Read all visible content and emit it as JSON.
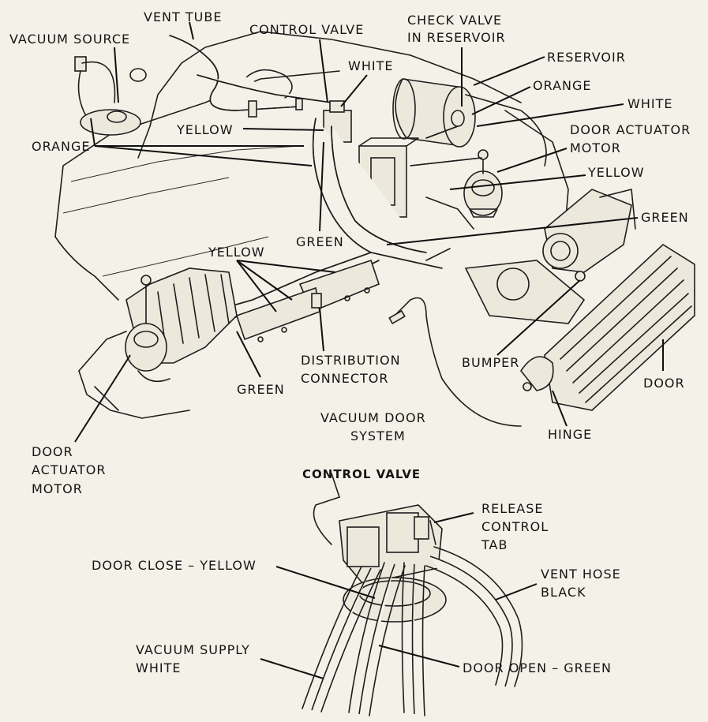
{
  "labels": {
    "vent_tube": "VENT TUBE",
    "vacuum_source": "VACUUM SOURCE",
    "control_valve_top": "CONTROL VALVE",
    "check_valve_1": "CHECK VALVE",
    "check_valve_2": "IN RESERVOIR",
    "white_top": "WHITE",
    "reservoir": "RESERVOIR",
    "orange_right": "ORANGE",
    "white_right": "WHITE",
    "door_actuator_right_1": "DOOR ACTUATOR",
    "door_actuator_right_2": "MOTOR",
    "yellow_top": "YELLOW",
    "orange_left": "ORANGE",
    "yellow_right": "YELLOW",
    "green_right": "GREEN",
    "green_mid": "GREEN",
    "yellow_mid": "YELLOW",
    "distribution_1": "DISTRIBUTION",
    "distribution_2": "CONNECTOR",
    "green_bottom": "GREEN",
    "bumper": "BUMPER",
    "door": "DOOR",
    "vacuum_door_1": "VACUUM DOOR",
    "vacuum_door_2": "SYSTEM",
    "hinge": "HINGE",
    "door_actuator_left_1": "DOOR",
    "door_actuator_left_2": "ACTUATOR",
    "door_actuator_left_3": "MOTOR",
    "control_valve_detail": "CONTROL VALVE",
    "release_1": "RELEASE",
    "release_2": "CONTROL",
    "release_3": "TAB",
    "door_close": "DOOR CLOSE – YELLOW",
    "vent_hose_1": "VENT HOSE",
    "vent_hose_2": "BLACK",
    "vacuum_supply_1": "VACUUM SUPPLY",
    "vacuum_supply_2": "WHITE",
    "door_open": "DOOR OPEN – GREEN"
  },
  "colors": {
    "paper": "#f4f1e8",
    "ink": "#1e1e1e"
  }
}
